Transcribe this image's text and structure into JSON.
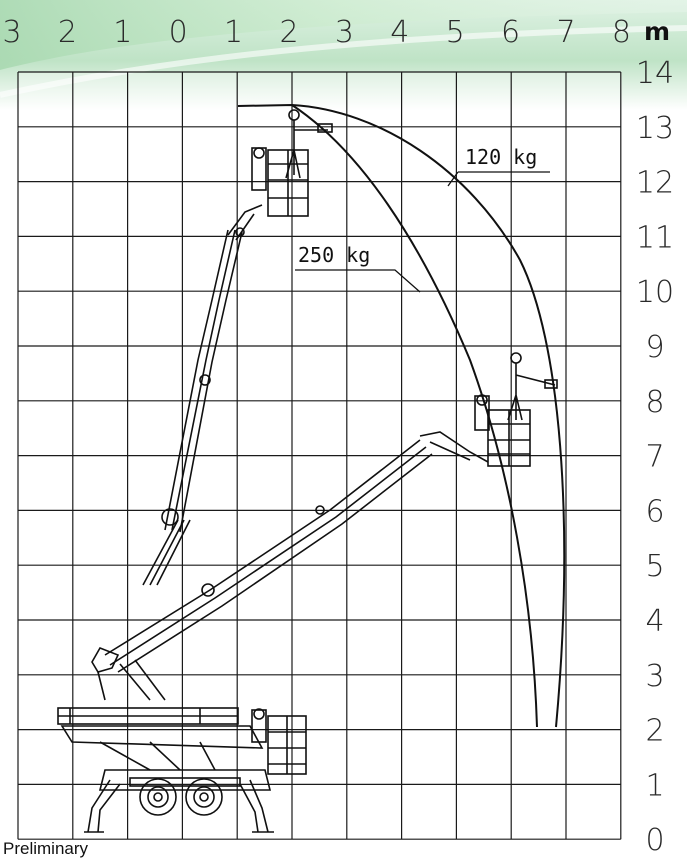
{
  "diagram": {
    "horizontal_scale": [
      "3",
      "2",
      "1",
      "0",
      "1",
      "2",
      "3",
      "4",
      "5",
      "6",
      "7",
      "8"
    ],
    "horizontal_unit": "m",
    "vertical_scale": [
      "14",
      "13",
      "12",
      "11",
      "10",
      "9",
      "8",
      "7",
      "6",
      "5",
      "4",
      "3",
      "2",
      "1",
      "0"
    ],
    "load_labels": {
      "high_load": "250 kg",
      "low_load": "120 kg"
    },
    "footnote": "Preliminary"
  },
  "colors": {
    "header_band": "#9fd3a8",
    "grid": "#1a1a1a",
    "line": "#111111"
  }
}
